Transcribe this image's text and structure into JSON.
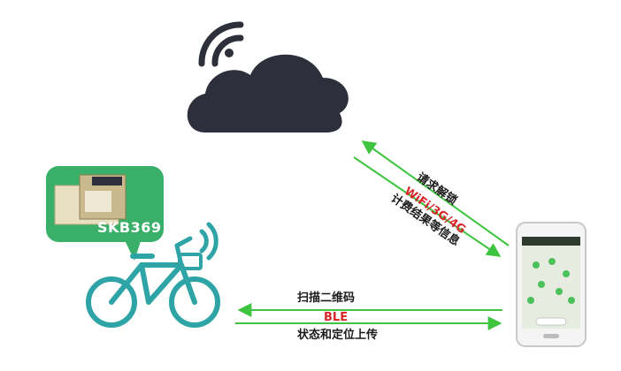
{
  "module": {
    "name": "SKB369"
  },
  "link_cloud_phone": {
    "request_label": "请求解锁",
    "protocol_label": "WiFi/3G/4G",
    "response_label": "计费结果等信息"
  },
  "link_phone_bike": {
    "scan_label": "扫描二维码",
    "protocol_label": "BLE",
    "status_label": "状态和定位上传"
  },
  "colors": {
    "cloud": "#2d2f3a",
    "bike": "#2ea4a6",
    "green_bubble": "#3aaf6a",
    "arrow": "#3ec43e",
    "protocol": "#d8262a"
  }
}
